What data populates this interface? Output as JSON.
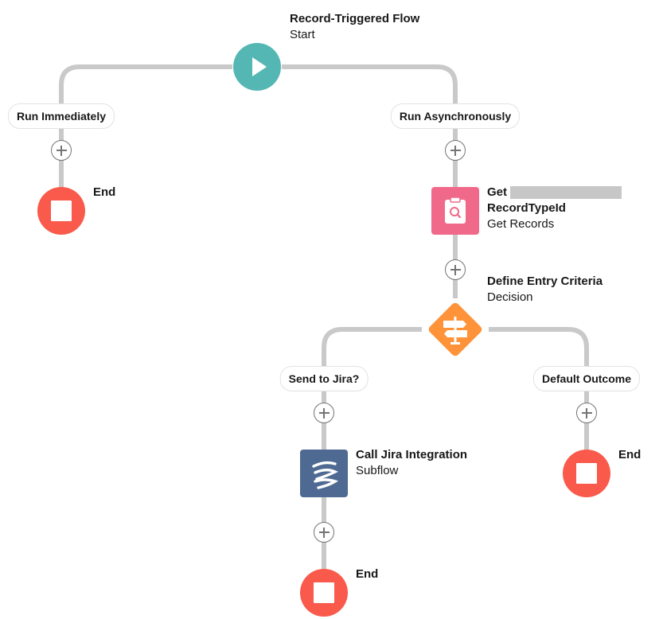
{
  "start": {
    "title": "Record-Triggered Flow",
    "subtitle": "Start"
  },
  "paths": {
    "left_label": "Run Immediately",
    "right_label": "Run Asynchronously"
  },
  "end_left": {
    "label": "End"
  },
  "get_records": {
    "title_prefix": "Get",
    "title_line2": "RecordTypeId",
    "subtitle": "Get Records",
    "color": "#f0698a"
  },
  "decision": {
    "title": "Define Entry Criteria",
    "subtitle": "Decision",
    "color": "#fe9339"
  },
  "outcomes": {
    "left_label": "Send to Jira?",
    "right_label": "Default Outcome"
  },
  "subflow": {
    "title": "Call Jira Integration",
    "subtitle": "Subflow",
    "color": "#4f6a92"
  },
  "end_right": {
    "label": "End"
  },
  "end_bottom": {
    "label": "End"
  },
  "colors": {
    "connector": "#c9c9c9",
    "end": "#f95a4b",
    "start": "#54b7b3"
  },
  "icons": {
    "start": "play-icon",
    "get_records": "clipboard-search-icon",
    "decision": "signpost-icon",
    "subflow": "subflow-waves-icon",
    "end": "stop-icon"
  }
}
